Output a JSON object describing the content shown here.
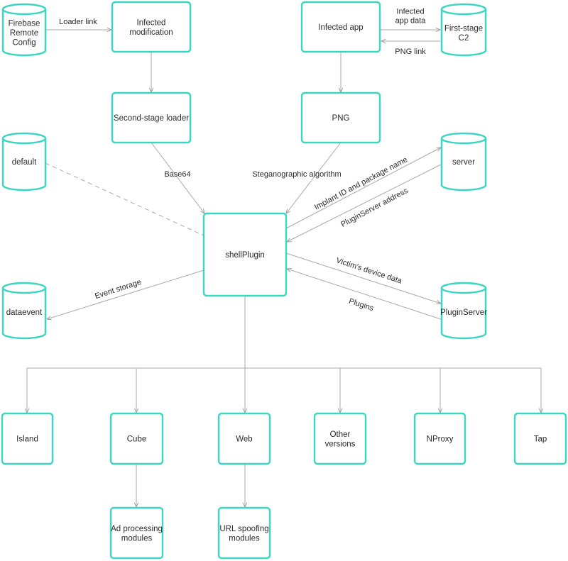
{
  "colors": {
    "node_stroke": "#3ad6c1",
    "edge": "#a9a9a9",
    "text": "#2a2a2a"
  },
  "nodes": {
    "firebase": [
      "Firebase",
      "Remote",
      "Config"
    ],
    "infected_mod": [
      "Infected",
      "modification"
    ],
    "infected_app": [
      "Infected app"
    ],
    "first_stage": [
      "First-stage",
      "C2"
    ],
    "second_stage": [
      "Second-stage loader"
    ],
    "png": [
      "PNG"
    ],
    "default": [
      "default"
    ],
    "server": [
      "server"
    ],
    "shellplugin": [
      "shellPlugin"
    ],
    "dataevent": [
      "dataevent"
    ],
    "pluginserver": [
      "PluginServer"
    ],
    "island": [
      "Island"
    ],
    "cube": [
      "Cube"
    ],
    "web": [
      "Web"
    ],
    "other_versions": [
      "Other",
      "versions"
    ],
    "nproxy": [
      "NProxy"
    ],
    "tap": [
      "Tap"
    ],
    "ad_processing": [
      "Ad processing",
      "modules"
    ],
    "url_spoofing": [
      "URL spoofing",
      "modules"
    ]
  },
  "edges": {
    "loader_link": [
      "Loader link"
    ],
    "infected_app_data": [
      "Infected",
      "app data"
    ],
    "png_link": [
      "PNG link"
    ],
    "base64": [
      "Base64"
    ],
    "stego": [
      "Steganographic algorithm"
    ],
    "implant_id": [
      "Implant ID and package name"
    ],
    "pluginserver_address": [
      "PluginServer address"
    ],
    "victim_data": [
      "Victim's device data"
    ],
    "plugins": [
      "Plugins"
    ],
    "event_storage": [
      "Event storage"
    ]
  }
}
